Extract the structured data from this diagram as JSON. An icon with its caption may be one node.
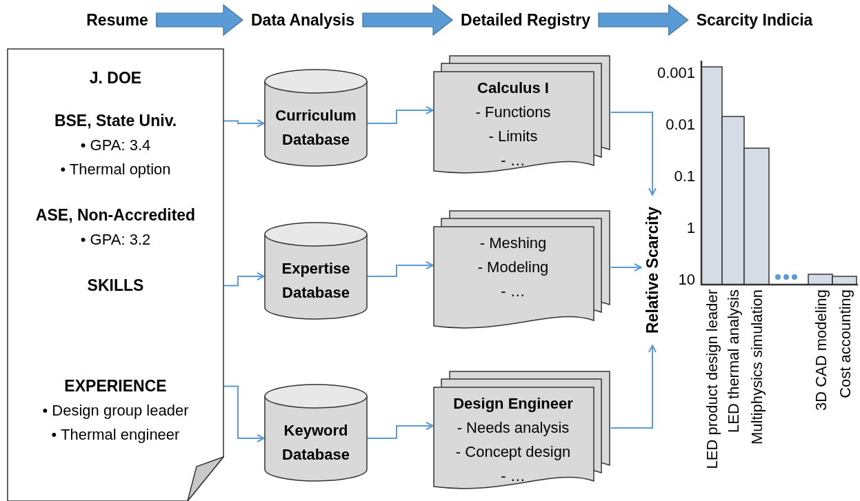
{
  "diagram": {
    "nodes": [
      {
        "text": [
          "Resume"
        ]
      },
      {
        "text": [
          "Data Analysis"
        ]
      },
      {
        "text": [
          "Detailed Registry"
        ]
      },
      {
        "text": [
          "Scarcity Indicia"
        ]
      },
      {
        "text": [
          "J. DOE"
        ]
      },
      {
        "text": [
          "BSE, State Univ.",
          "• GPA: 3.4",
          "• Thermal option"
        ],
        "in": 4
      },
      {
        "text": [
          "ASE, Non-Accredited",
          "• GPA: 3.2"
        ],
        "in": 4
      },
      {
        "text": [
          "SKILLS"
        ],
        "in": 4
      },
      {
        "text": [
          "EXPERIENCE",
          "• Design group leader",
          "• Thermal engineer"
        ],
        "in": 4
      },
      {
        "text": [
          "Curriculum Database"
        ]
      },
      {
        "text": [
          "Expertise Database"
        ]
      },
      {
        "text": [
          "Keyword Database"
        ]
      },
      {
        "text": [
          "Calculus I",
          "- Functions",
          "- Limits",
          "- …"
        ]
      },
      {
        "text": [
          "- Meshing",
          "- Modeling",
          "- …"
        ]
      },
      {
        "text": [
          "Design Engineer",
          "- Needs analysis",
          "- Concept design",
          "- …"
        ]
      },
      {
        "text": [
          "Relative Scarcity"
        ]
      }
    ],
    "edges": [
      {
        "from": 0,
        "to": 1,
        "arrow": "to",
        "style": "thick"
      },
      {
        "from": 1,
        "to": 2,
        "arrow": "to",
        "style": "thick"
      },
      {
        "from": 2,
        "to": 3,
        "arrow": "to",
        "style": "thick"
      },
      {
        "from": 5,
        "to": 9,
        "arrow": "to"
      },
      {
        "from": 7,
        "to": 10,
        "arrow": "to"
      },
      {
        "from": 8,
        "to": 11,
        "arrow": "to"
      },
      {
        "from": 9,
        "to": 12,
        "arrow": "to"
      },
      {
        "from": 10,
        "to": 13,
        "arrow": "to"
      },
      {
        "from": 11,
        "to": 14,
        "arrow": "to"
      },
      {
        "from": 12,
        "to": 15,
        "arrow": "to"
      },
      {
        "from": 13,
        "to": 15,
        "arrow": "to"
      },
      {
        "from": 14,
        "to": 15,
        "arrow": "to"
      }
    ],
    "labels": [
      "0.001",
      "0.01",
      "0.1",
      "1",
      "10",
      "LED product design leader",
      "LED thermal analysis",
      "Multiphysics simulation",
      "3D CAD modeling",
      "Cost accounting"
    ]
  }
}
